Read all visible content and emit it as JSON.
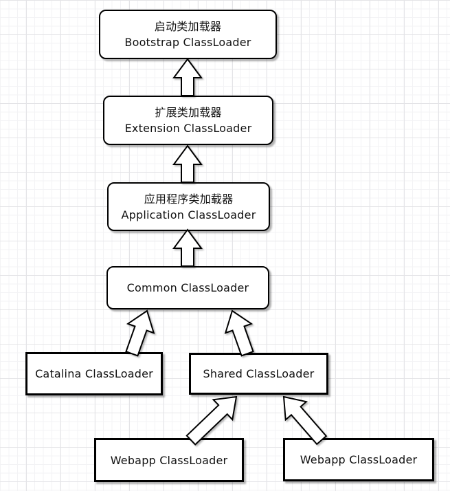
{
  "diagram": {
    "nodes": [
      {
        "id": "bootstrap",
        "shape": "rounded",
        "lines": [
          "启动类加载器",
          "Bootstrap ClassLoader"
        ]
      },
      {
        "id": "extension",
        "shape": "rounded",
        "lines": [
          "扩展类加载器",
          "Extension ClassLoader"
        ]
      },
      {
        "id": "application",
        "shape": "rounded",
        "lines": [
          "应用程序类加载器",
          "Application ClassLoader"
        ]
      },
      {
        "id": "common",
        "shape": "rounded",
        "lines": [
          "Common ClassLoader"
        ]
      },
      {
        "id": "catalina",
        "shape": "sharp",
        "lines": [
          "Catalina ClassLoader"
        ]
      },
      {
        "id": "shared",
        "shape": "sharp",
        "lines": [
          "Shared ClassLoader"
        ]
      },
      {
        "id": "webapp-left",
        "shape": "sharp",
        "lines": [
          "Webapp ClassLoader"
        ]
      },
      {
        "id": "webapp-right",
        "shape": "sharp",
        "lines": [
          "Webapp ClassLoader"
        ]
      }
    ],
    "edges": [
      {
        "from": "extension",
        "to": "bootstrap",
        "style": "hollow-block-arrow"
      },
      {
        "from": "application",
        "to": "extension",
        "style": "hollow-block-arrow"
      },
      {
        "from": "common",
        "to": "application",
        "style": "hollow-block-arrow"
      },
      {
        "from": "catalina",
        "to": "common",
        "style": "hollow-block-arrow"
      },
      {
        "from": "shared",
        "to": "common",
        "style": "hollow-block-arrow"
      },
      {
        "from": "webapp-left",
        "to": "shared",
        "style": "hollow-block-arrow"
      },
      {
        "from": "webapp-right",
        "to": "shared",
        "style": "hollow-block-arrow"
      }
    ],
    "colors": {
      "canvas_bg": "#ffffff",
      "grid_minor": "#f3f3f5",
      "grid_major": "#e4e4e7",
      "node_fill": "#ffffff",
      "node_border": "#000000",
      "arrow_fill": "#ffffff",
      "text": "#111111"
    }
  }
}
